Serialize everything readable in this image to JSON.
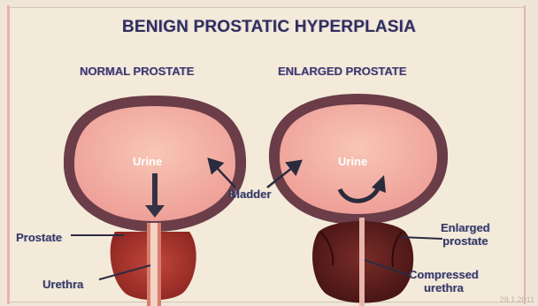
{
  "title": "BENIGN PROSTATIC HYPERPLASIA",
  "left_panel": {
    "heading": "NORMAL PROSTATE",
    "urine": "Urine",
    "prostate": "Prostate",
    "urethra": "Urethra"
  },
  "right_panel": {
    "heading": "ENLARGED PROSTATE",
    "urine": "Urine",
    "enlarged_line1": "Enlarged",
    "enlarged_line2": "prostate",
    "compressed_line1": "Compressed",
    "compressed_line2": "urethra"
  },
  "shared": {
    "bladder": "Bladder"
  },
  "colors": {
    "bladder_wall": "#5d3540",
    "bladder_fill": "#f1aaa0",
    "prostate_normal": "#a8322c",
    "prostate_enlarged": "#5a1e1c",
    "text": "#3b375e"
  },
  "watermark": "29.1.2011"
}
